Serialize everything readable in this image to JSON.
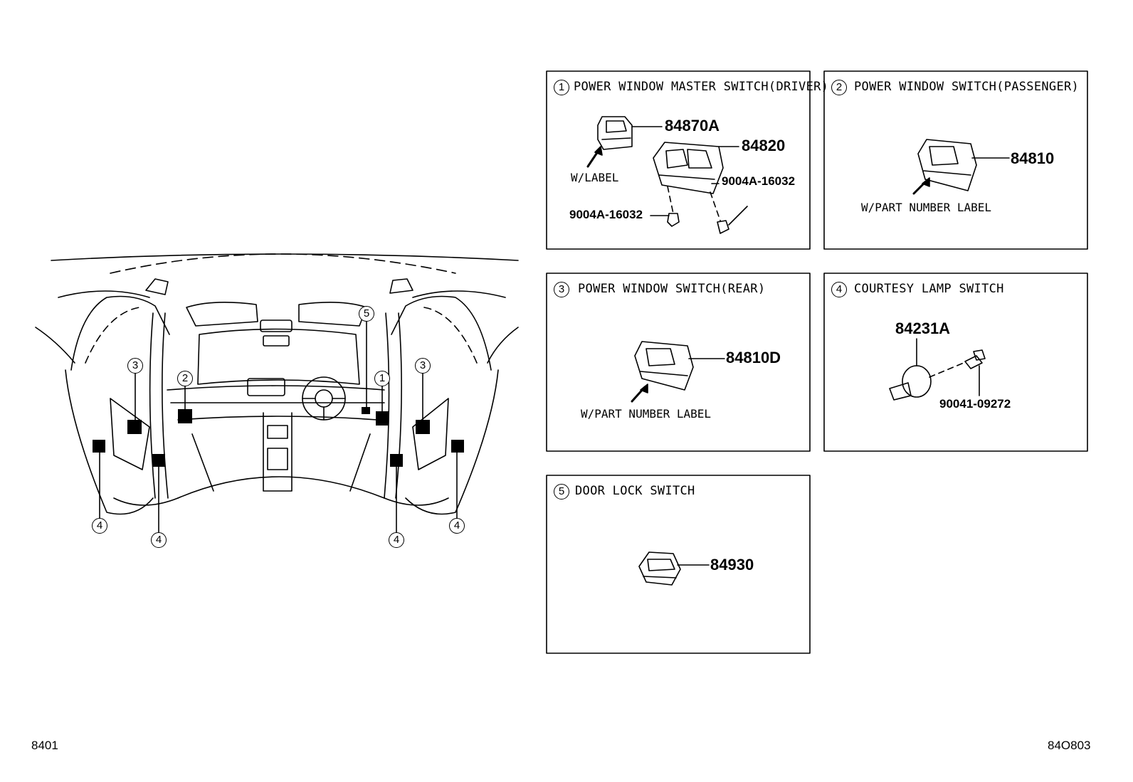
{
  "panels": [
    {
      "num": "1",
      "title": "POWER WINDOW MASTER SWITCH(DRIVER)",
      "parts": [
        "84870A",
        "84820"
      ],
      "labels": [
        "W/LABEL"
      ],
      "bolts": [
        "9004A-16032",
        "9004A-16032"
      ]
    },
    {
      "num": "2",
      "title": "POWER WINDOW SWITCH(PASSENGER)",
      "parts": [
        "84810"
      ],
      "labels": [
        "W/PART NUMBER LABEL"
      ]
    },
    {
      "num": "3",
      "title": "POWER WINDOW SWITCH(REAR)",
      "parts": [
        "84810D"
      ],
      "labels": [
        "W/PART NUMBER LABEL"
      ]
    },
    {
      "num": "4",
      "title": "COURTESY LAMP SWITCH",
      "parts": [
        "84231A"
      ],
      "bolts": [
        "90041-09272"
      ]
    },
    {
      "num": "5",
      "title": "DOOR LOCK SWITCH",
      "parts": [
        "84930"
      ]
    }
  ],
  "overview_callouts": [
    "3",
    "2",
    "5",
    "1",
    "3",
    "4",
    "4",
    "4",
    "4"
  ],
  "footer": {
    "left_code": "8401",
    "right_code": "84O803"
  }
}
